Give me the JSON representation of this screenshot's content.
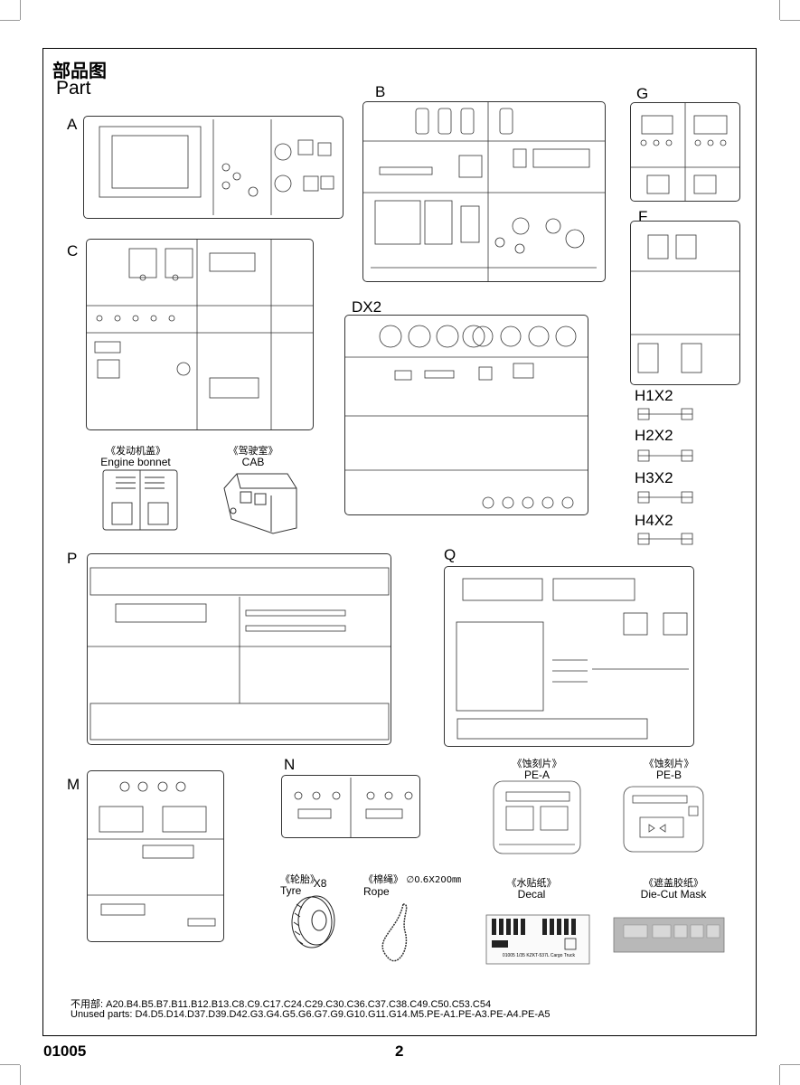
{
  "title_cn": "部品图",
  "title_en": "Part",
  "sprues": {
    "A": "A",
    "B": "B",
    "G": "G",
    "C": "C",
    "F": "F",
    "DX2": "DX2",
    "P": "P",
    "Q": "Q",
    "M": "M",
    "N": "N",
    "H1": "H1X2",
    "H2": "H2X2",
    "H3": "H3X2",
    "H4": "H4X2"
  },
  "parts": {
    "engine_bonnet": {
      "cn": "《发动机盖》",
      "en": "Engine bonnet"
    },
    "cab": {
      "cn": "《驾驶室》",
      "en": "CAB"
    },
    "pe_a": {
      "cn": "《蚀刻片》",
      "en": "PE-A"
    },
    "pe_b": {
      "cn": "《蚀刻片》",
      "en": "PE-B"
    },
    "tyre": {
      "cn": "《轮胎》",
      "en": "Tyre",
      "qty": "X8"
    },
    "rope": {
      "cn": "《棉绳》",
      "spec": "∅0.6X200㎜",
      "en": "Rope"
    },
    "decal": {
      "cn": "《水贴纸》",
      "en": "Decal",
      "caption": "01005 1/35 KZKT-537L Cargo Truck"
    },
    "mask": {
      "cn": "《遮盖胶纸》",
      "en": "Die-Cut Mask"
    }
  },
  "unused_cn": "不用部: A20.B4.B5.B7.B11.B12.B13.C8.C9.C17.C24.C29.C30.C36.C37.C38.C49.C50.C53.C54",
  "unused_en": "Unused parts: D4.D5.D14.D37.D39.D42.G3.G4.G5.G6.G7.G9.G10.G11.G14.M5.PE-A1.PE-A3.PE-A4.PE-A5",
  "catalog_no": "01005",
  "page_no": "2"
}
